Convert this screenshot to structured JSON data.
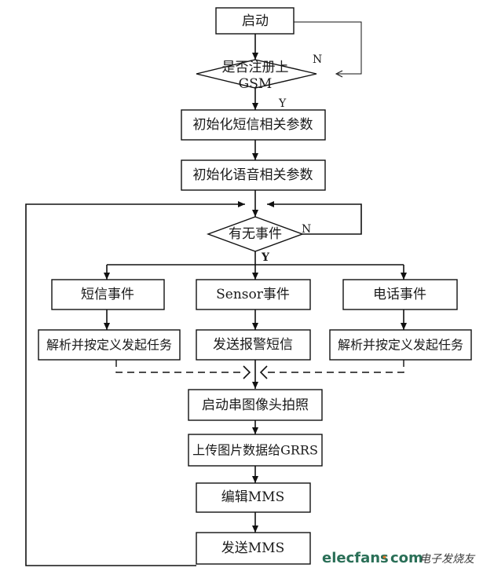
{
  "flowchart": {
    "start": "启动",
    "gsm_decision_line1": "是否注册上",
    "gsm_decision_line2": "GSM",
    "label_n": "N",
    "label_y": "Y",
    "init_sms": "初始化短信相关参数",
    "init_voice": "初始化语音相关参数",
    "event_decision": "有无事件",
    "sms_event": "短信事件",
    "sensor_event": "Sensor事件",
    "phone_event": "电话事件",
    "parse_task_left": "解析并按定义发起任务",
    "send_alarm": "发送报警短信",
    "parse_task_right": "解析并按定义发起任务",
    "start_camera": "启动串图像头拍照",
    "upload_photo": "上传图片数据给GRRS",
    "edit_mms": "编辑MMS",
    "send_mms": "发送MMS"
  },
  "watermark": {
    "latin": "elecfans",
    "dot": "·",
    "com": "com",
    "chinese": "电子发烧友"
  },
  "colors": {
    "stroke": "#111111",
    "watermark_green": "#2a6f57",
    "watermark_orange": "#e0782a"
  }
}
